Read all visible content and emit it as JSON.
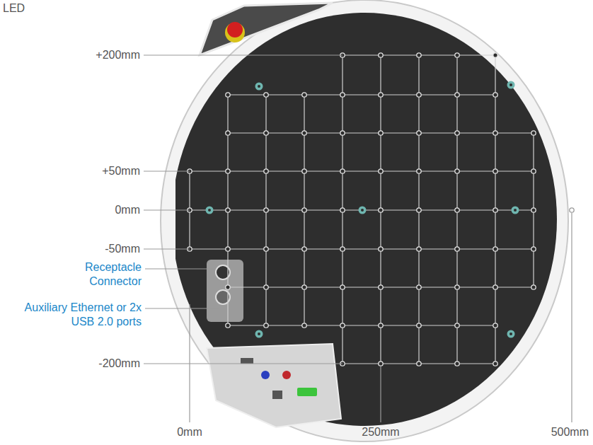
{
  "diagram": {
    "labels": [
      "LED",
      "+200mm",
      "+50mm",
      "0mm",
      "-50mm",
      "Receptacle Connector",
      "Auxiliary Ethernet or 2x USB 2.0 ports",
      "-200mm",
      "0mm",
      "250mm",
      "500mm"
    ]
  }
}
